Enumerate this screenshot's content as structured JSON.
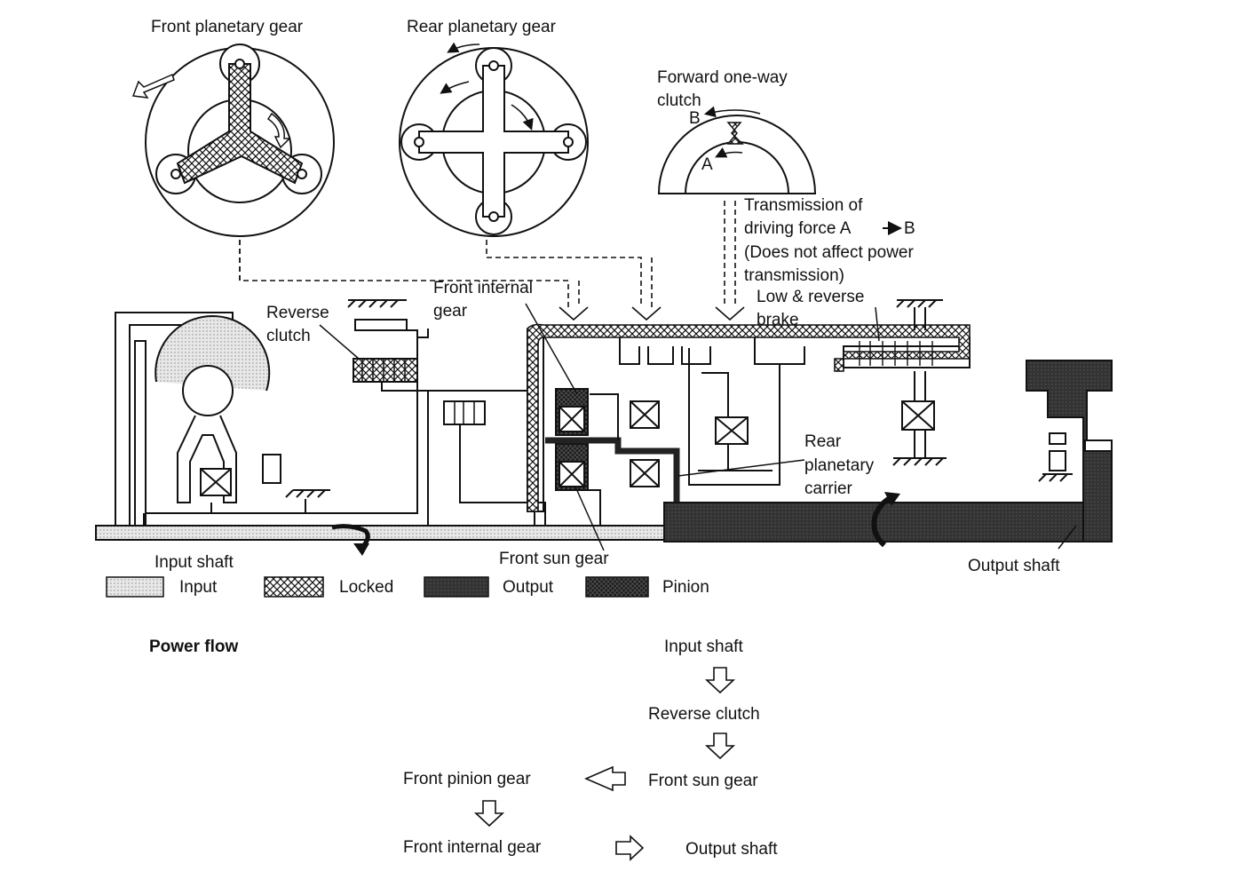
{
  "diagram": {
    "labels": {
      "front_planetary_gear": "Front planetary gear",
      "rear_planetary_gear": "Rear planetary gear",
      "forward_clutch_1": "Forward one-way",
      "forward_clutch_2": "clutch",
      "point_a": "A",
      "point_b": "B",
      "transmission_1": "Transmission of",
      "transmission_2": "driving force A",
      "transmission_2b": "B",
      "transmission_3": "(Does not affect power",
      "transmission_4": "transmission)",
      "front_internal_1": "Front internal",
      "front_internal_2": "gear",
      "reverse_clutch_1": "Reverse",
      "reverse_clutch_2": "clutch",
      "low_reverse_1": "Low & reverse",
      "low_reverse_2": "brake",
      "rear_carrier_1": "Rear",
      "rear_carrier_2": "planetary",
      "rear_carrier_3": "carrier",
      "input_shaft": "Input shaft",
      "front_sun_gear": "Front sun gear",
      "output_shaft": "Output shaft"
    },
    "legend": [
      {
        "label": "Input",
        "pattern": "dots"
      },
      {
        "label": "Locked",
        "pattern": "crosshatch"
      },
      {
        "label": "Output",
        "pattern": "dark"
      },
      {
        "label": "Pinion",
        "pattern": "darkest"
      }
    ],
    "colors": {
      "input": "#dddddd",
      "output": "#3a3a3a",
      "pinion": "#1c1c1c",
      "line": "#111111"
    }
  },
  "power_flow": {
    "title": "Power flow",
    "steps": {
      "s1": "Input shaft",
      "s2": "Reverse clutch",
      "s3": "Front sun gear",
      "s4": "Front pinion gear",
      "s5": "Front internal gear",
      "s6": "Output shaft"
    }
  }
}
